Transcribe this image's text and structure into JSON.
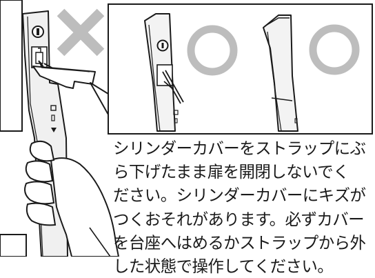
{
  "illustration": {
    "ng_mark_icon": "cross-mark-icon",
    "ok_mark_icon": "circle-mark-icon",
    "mark_color": "#bdbdbd",
    "line_color": "#1a1a1a",
    "metal_color": "#e6e6e6"
  },
  "caption": {
    "lines": [
      "シリンダーカバーをストラップにぶ",
      "ら下げたまま扉を開閉しないでく",
      "ださい。シリンダーカバーにキズが",
      "つくおそれがあります。必ずカバー",
      "を台座へはめるかストラップから外",
      "した状態で操作してください。"
    ]
  }
}
